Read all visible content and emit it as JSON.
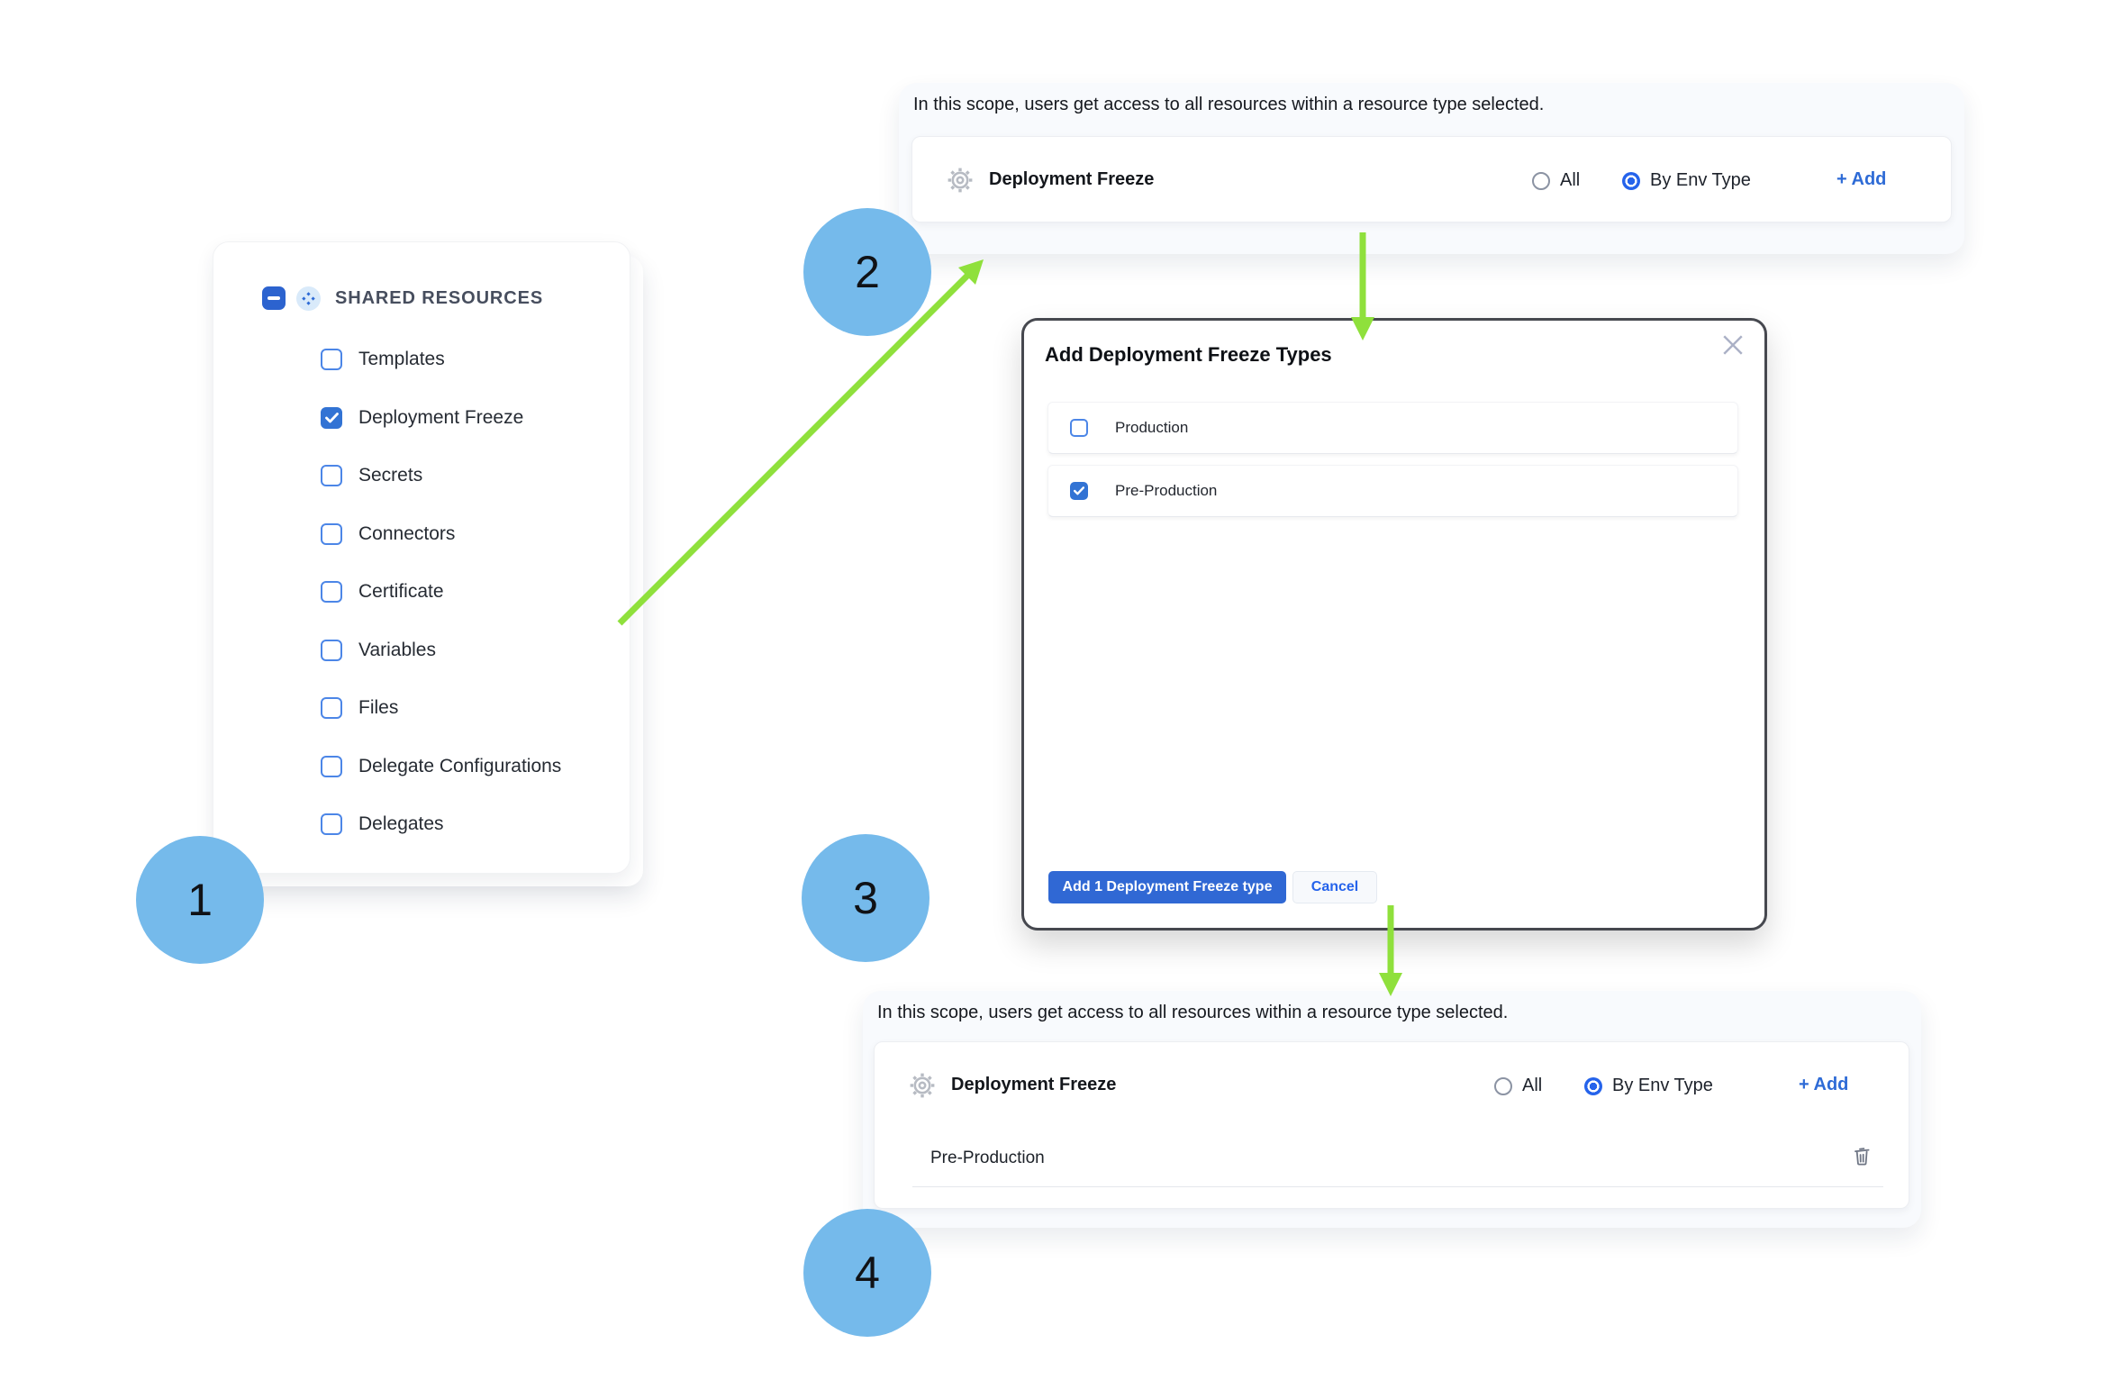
{
  "colors": {
    "accent_blue": "#2e6bd6",
    "checkbox_blue": "#3273d4",
    "radio_selected_blue": "#2563eb",
    "primary_button_blue": "#3068d4",
    "arrow_green": "#8fe03c",
    "step_circle_blue": "#75baeb",
    "modal_border": "#46484f",
    "icon_gray": "#6f7685"
  },
  "sidebar": {
    "group_label": "SHARED RESOURCES",
    "group_checkbox_state": "indeterminate",
    "group_icon": "shared-resources-diamond-icon",
    "items": [
      {
        "label": "Templates",
        "checked": false
      },
      {
        "label": "Deployment Freeze",
        "checked": true
      },
      {
        "label": "Secrets",
        "checked": false
      },
      {
        "label": "Connectors",
        "checked": false
      },
      {
        "label": "Certificate",
        "checked": false
      },
      {
        "label": "Variables",
        "checked": false
      },
      {
        "label": "Files",
        "checked": false
      },
      {
        "label": "Delegate Configurations",
        "checked": false
      },
      {
        "label": "Delegates",
        "checked": false
      }
    ]
  },
  "scope_top": {
    "description": "In this scope, users get access to all resources within a resource type selected.",
    "resource_label": "Deployment Freeze",
    "resource_icon": "gear-icon",
    "options": [
      {
        "label": "All",
        "selected": false
      },
      {
        "label": "By Env Type",
        "selected": true
      }
    ],
    "add_label": "+ Add"
  },
  "modal": {
    "title": "Add Deployment Freeze Types",
    "close_icon": "close-icon",
    "rows": [
      {
        "label": "Production",
        "checked": false
      },
      {
        "label": "Pre-Production",
        "checked": true
      }
    ],
    "primary_button": "Add 1 Deployment Freeze type",
    "cancel_button": "Cancel"
  },
  "scope_bottom": {
    "description": "In this scope, users get access to all resources within a resource type selected.",
    "resource_label": "Deployment Freeze",
    "resource_icon": "gear-icon",
    "options": [
      {
        "label": "All",
        "selected": false
      },
      {
        "label": "By Env Type",
        "selected": true
      }
    ],
    "add_label": "+ Add",
    "selected_types": [
      {
        "label": "Pre-Production",
        "action_icon": "trash-icon"
      }
    ]
  },
  "steps": {
    "s1": "1",
    "s2": "2",
    "s3": "3",
    "s4": "4"
  }
}
